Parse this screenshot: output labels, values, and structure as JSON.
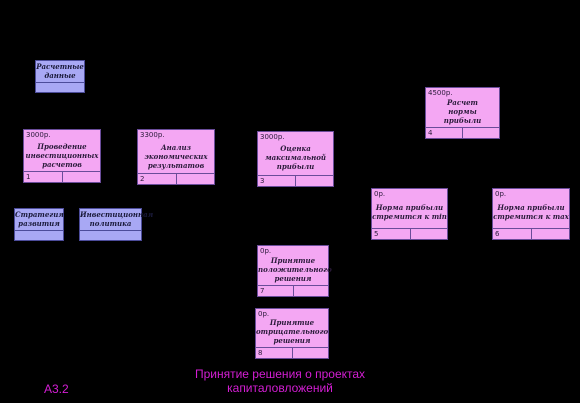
{
  "data_boxes": [
    {
      "label": "Расчетные\nданные"
    },
    {
      "label": "Стратегия\nразвития"
    },
    {
      "label": "Инвестиционная\nполитика"
    }
  ],
  "activities": [
    {
      "cost": "3000р.",
      "label": "Проведение\nинвестиционных\nрасчетов",
      "number": "1"
    },
    {
      "cost": "3300р.",
      "label": "Анализ\nэкономических\nрезультатов",
      "number": "2"
    },
    {
      "cost": "3000р.",
      "label": "Оценка\nмаксимальной\nприбыли",
      "number": "3"
    },
    {
      "cost": "4500р.",
      "label": "Расчет\nнормы\nприбыли",
      "number": "4"
    },
    {
      "cost": "0р.",
      "label": "Норма прибыли\nстремится к min",
      "number": "5"
    },
    {
      "cost": "0р.",
      "label": "Норма прибыли\nстремится к max",
      "number": "6"
    },
    {
      "cost": "0р.",
      "label": "Принятие\nположительного\nрешения",
      "number": "7"
    },
    {
      "cost": "0р.",
      "label": "Принятие\nотрицательного\nрешения",
      "number": "8"
    }
  ],
  "footer": {
    "code": "А3.2",
    "title": "Принятие решения о проектах\nкапиталовложений"
  }
}
